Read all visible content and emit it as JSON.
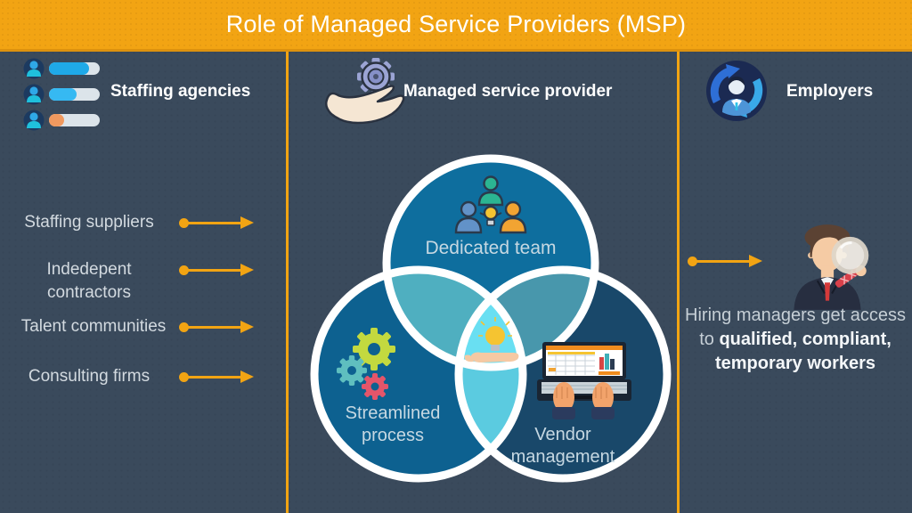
{
  "title": "Role of Managed Service Providers (MSP)",
  "palette": {
    "accent_orange": "#F2A413",
    "background": "#3A4A5C",
    "venn_top_circle": "#0E6E9E",
    "venn_left_circle": "#0D6190",
    "venn_right_circle": "#19486A",
    "venn_top_left_overlap": "#4FAFC0",
    "venn_top_right_overlap": "#4897AC",
    "venn_bottom_overlap": "#5BCBE0",
    "venn_center": "#69DFF2",
    "text_light": "#D3DAE0"
  },
  "staffing": {
    "icon": "candidate-progress-list-icon",
    "heading": "Staffing agencies",
    "items": [
      "Staffing suppliers",
      "Indedepent contractors",
      "Talent communities",
      "Consulting firms"
    ]
  },
  "msp": {
    "icon": "hand-holding-gear-icon",
    "heading": "Managed service provider",
    "venn": {
      "top": {
        "label": "Dedicated team",
        "icon": "team-idea-icon"
      },
      "left": {
        "label_lines": [
          "Streamlined",
          "process"
        ],
        "icon": "gears-icon"
      },
      "right": {
        "label_lines": [
          "Vendor",
          "management"
        ],
        "icon": "laptop-spreadsheet-icon"
      },
      "center": {
        "icon": "hand-lightbulb-icon"
      }
    }
  },
  "employers": {
    "icon": "employee-cycle-icon",
    "heading": "Employers",
    "figure_icon": "recruiter-magnifying-glass-icon",
    "caption": {
      "line1": "Hiring managers get access",
      "line2_regular": "to",
      "line2_bold": "qualified, compliant,",
      "line3_bold": "temporary workers"
    }
  }
}
